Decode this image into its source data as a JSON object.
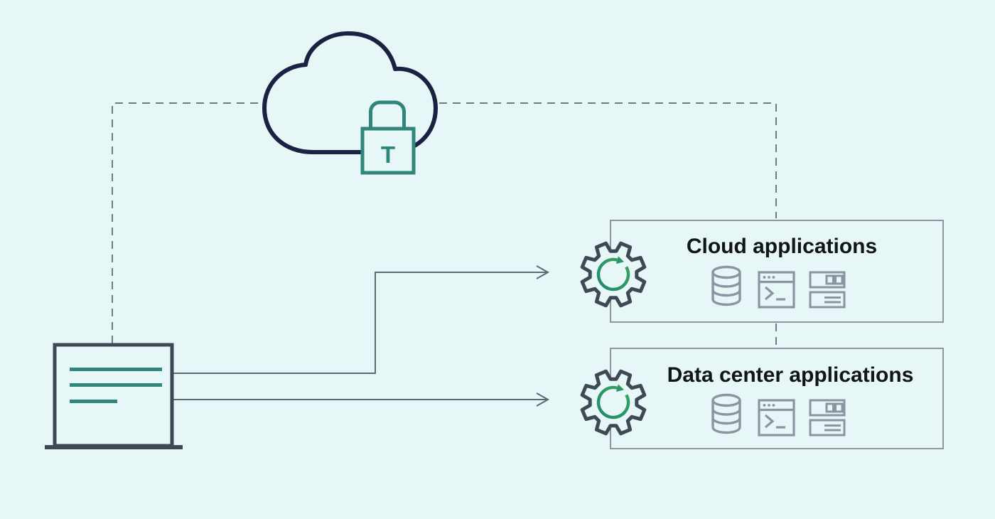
{
  "diagram": {
    "background_color": "#e7f6f7",
    "palette": {
      "cloud_navy": "#1b2140",
      "lock_teal": "#2f867a",
      "device_slate": "#3e4956",
      "sync_green_light": "#3ba35c",
      "sync_green_dark": "#1f8a70",
      "app_icon_gray": "#8b95a1",
      "box_border_gray": "#8d979e",
      "connector_gray": "#5c6a76",
      "dash_gray": "#6e7a84",
      "title_color": "#111418"
    },
    "cloud": {
      "icon": "cloud-icon"
    },
    "lock": {
      "icon": "tls-lock-icon",
      "label": "T"
    },
    "client": {
      "icon": "terminal-monitor-icon"
    },
    "boxes": [
      {
        "title": "Cloud applications",
        "gear_icon": "sync-gear-icon",
        "icons": [
          "database-icon",
          "terminal-window-icon",
          "server-icon"
        ]
      },
      {
        "title": "Data center applications",
        "gear_icon": "sync-gear-icon",
        "icons": [
          "database-icon",
          "terminal-window-icon",
          "server-icon"
        ]
      }
    ]
  }
}
